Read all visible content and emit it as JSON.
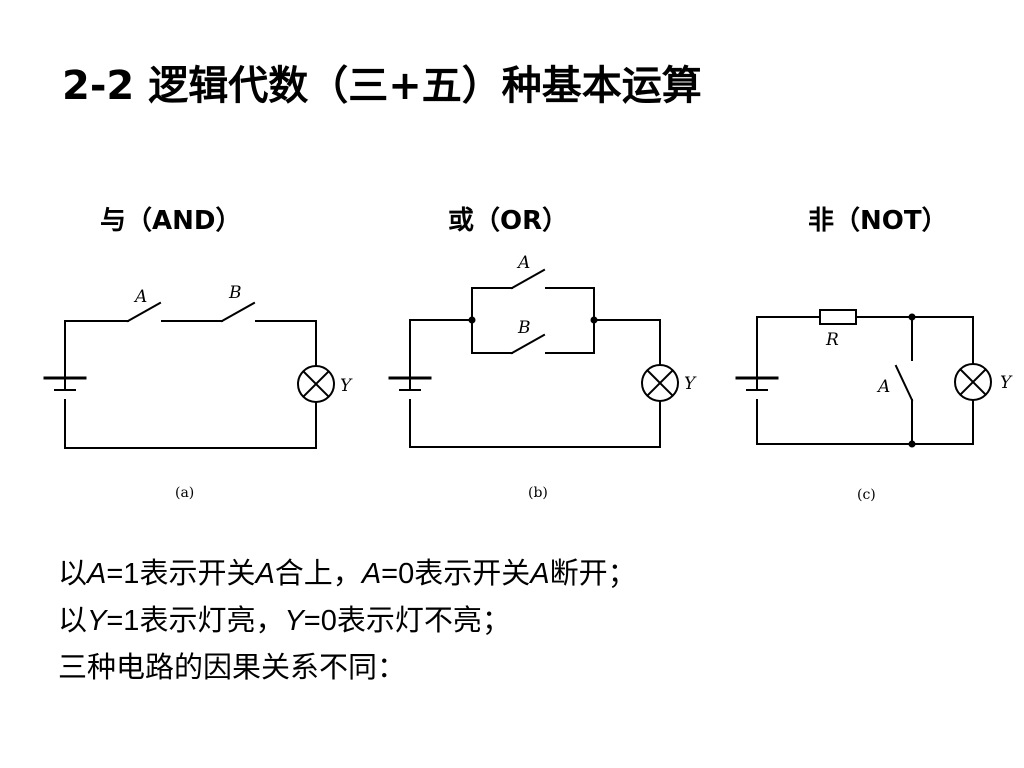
{
  "title": "2-2 逻辑代数（三+五）种基本运算",
  "circuits": [
    {
      "heading": "与（AND）",
      "switches": [
        "A",
        "B"
      ],
      "lamp": "Y",
      "caption": "(a)"
    },
    {
      "heading": "或（OR）",
      "switches": [
        "A",
        "B"
      ],
      "lamp": "Y",
      "caption": "(b)"
    },
    {
      "heading": "非（NOT）",
      "resistor": "R",
      "switches": [
        "A"
      ],
      "lamp": "Y",
      "caption": "(c)"
    }
  ],
  "description": {
    "line1": {
      "p1": "以",
      "v1": "A",
      "p2": "=1",
      "p3": "表示开关",
      "v2": "A",
      "p4": "合上，",
      "v3": "A",
      "p5": "=0",
      "p6": "表示开关",
      "v4": "A",
      "p7": "断开；"
    },
    "line2": {
      "p1": "以",
      "v1": "Y",
      "p2": "=1",
      "p3": "表示灯亮，",
      "v2": "Y",
      "p4": "=0",
      "p5": "表示灯不亮；"
    },
    "line3": "三种电路的因果关系不同："
  }
}
